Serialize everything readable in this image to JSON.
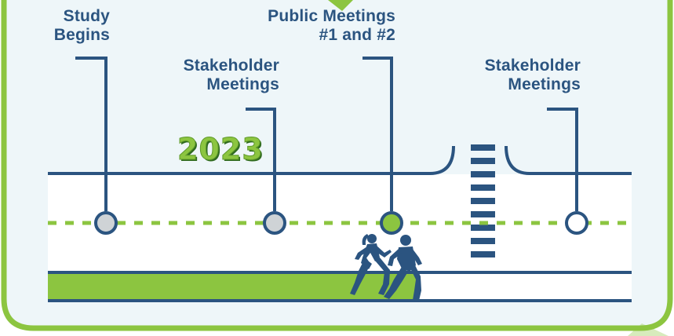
{
  "year": "2023",
  "milestones": [
    {
      "line1": "Study",
      "line2": "Begins",
      "status": "completed"
    },
    {
      "line1": "Stakeholder",
      "line2": "Meetings",
      "status": "completed"
    },
    {
      "line1": "Public Meetings",
      "line2": "#1 and #2",
      "status": "current"
    },
    {
      "line1": "Stakeholder",
      "line2": "Meetings",
      "status": "upcoming"
    }
  ],
  "colors": {
    "navy": "#2b5480",
    "green": "#8cc540",
    "background": "#eef6f9",
    "completed_marker": "#cfd3d6",
    "current_marker": "#8cc540",
    "upcoming_marker": "#ffffff"
  },
  "icons": [
    "runners-icon",
    "crosswalk-icon"
  ]
}
